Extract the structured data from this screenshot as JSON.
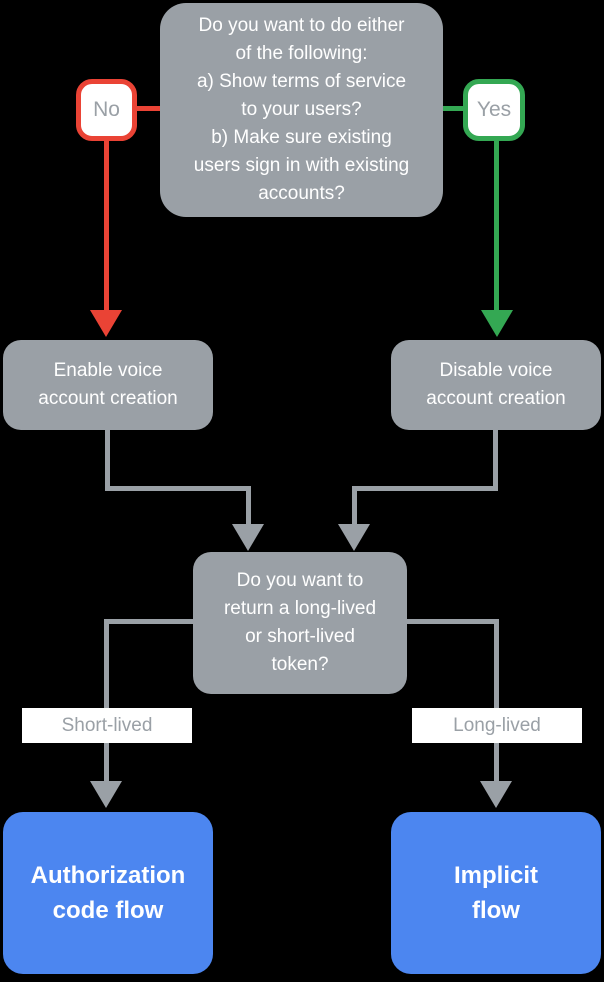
{
  "colors": {
    "background": "#000000",
    "node_gray": "#9AA0A6",
    "connector_gray": "#9AA0A6",
    "no_red": "#EA4335",
    "yes_green": "#34A853",
    "result_blue": "#4C86F0",
    "label_text_gray": "#9AA0A6",
    "node_text_white": "#FFFFFF"
  },
  "flowchart": {
    "question_top": {
      "text": "Do you want to do either\nof the following:\na) Show terms of service\nto your users?\nb) Make sure existing\nusers sign in with existing\naccounts?"
    },
    "branch_no": {
      "label": "No"
    },
    "branch_yes": {
      "label": "Yes"
    },
    "node_enable": {
      "text": "Enable voice\naccount creation"
    },
    "node_disable": {
      "text": "Disable voice\naccount creation"
    },
    "question_token": {
      "text": "Do you want to\nreturn a long-lived\nor short-lived\ntoken?"
    },
    "branch_short": {
      "label": "Short-lived"
    },
    "branch_long": {
      "label": "Long-lived"
    },
    "result_auth_code": {
      "text": "Authorization\ncode flow"
    },
    "result_implicit": {
      "text": "Implicit\nflow"
    }
  }
}
